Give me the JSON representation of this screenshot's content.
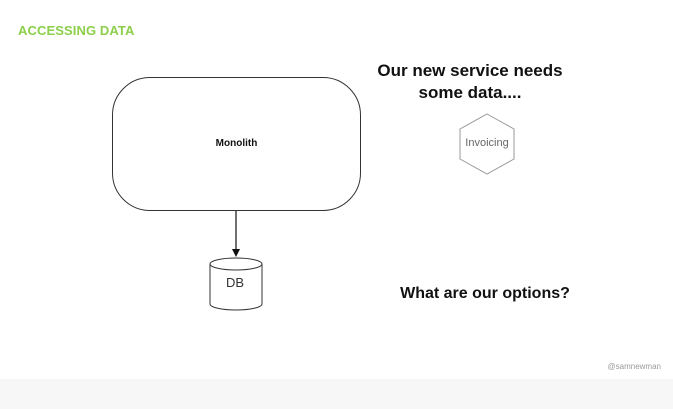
{
  "slide": {
    "section_title": "ACCESSING DATA",
    "heading_line1": "Our new service needs",
    "heading_line2": "some data....",
    "question": "What are our options?",
    "handle": "@samnewman"
  },
  "diagram": {
    "monolith_label": "Monolith",
    "db_label": "DB",
    "invoicing_label": "Invoicing"
  },
  "colors": {
    "section_title": "#8ccf4a",
    "stroke": "#333333",
    "invoicing_stroke": "#9a9a9a"
  }
}
